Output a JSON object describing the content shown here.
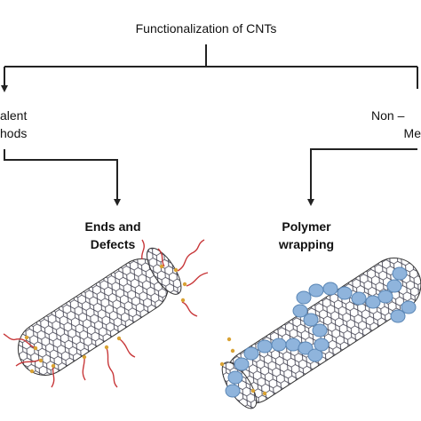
{
  "title": "Functionalization of CNTs",
  "branches": {
    "left": {
      "line1": "alent",
      "line2": "hods"
    },
    "right": {
      "line1": "Non –",
      "line2": "Me"
    }
  },
  "sub_branches": {
    "ends": {
      "line1": "Ends and",
      "line2": "Defects"
    },
    "polymer": {
      "line1": "Polymer",
      "line2": "wrapping"
    }
  },
  "colors": {
    "line": "#222222",
    "tube_mesh": "#3a3a4a",
    "chain": "#c8383a",
    "defect_dot": "#d9a233",
    "polymer_bead": "#8fb4dc",
    "polymer_bead_edge": "#5a86b5"
  }
}
